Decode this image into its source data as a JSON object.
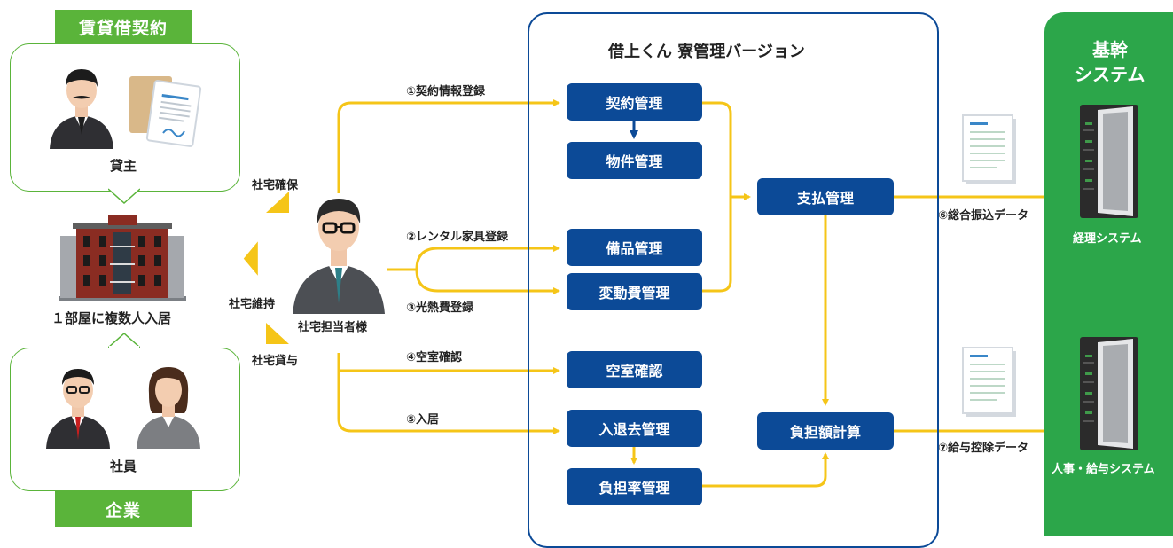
{
  "left": {
    "lease_tab": "賃貸借契約",
    "lessor_label": "貸主",
    "building_label": "１部屋に複数人入居",
    "employee_label": "社員",
    "company_tab": "企業"
  },
  "center_person": {
    "label": "社宅担当者様",
    "secure": "社宅確保",
    "maintain": "社宅維持",
    "lend": "社宅貸与"
  },
  "flows": {
    "f1": "①契約情報登録",
    "f2": "②レンタル家具登録",
    "f3": "③光熱費登録",
    "f4": "④空室確認",
    "f5": "⑤入居",
    "f6": "⑥総合振込データ",
    "f7": "⑦給与控除データ"
  },
  "app": {
    "title": "借上くん 寮管理バージョン",
    "boxes": {
      "contract": "契約管理",
      "property": "物件管理",
      "equipment": "備品管理",
      "variable_cost": "変動費管理",
      "vacancy": "空室確認",
      "move": "入退去管理",
      "burden_rate": "負担率管理",
      "payment": "支払管理",
      "burden_calc": "負担額計算"
    }
  },
  "core": {
    "title_line1": "基幹",
    "title_line2": "システム",
    "accounting": "経理システム",
    "hr": "人事・給与システム"
  },
  "colors": {
    "green": "#5ab43a",
    "core_green": "#2ca64a",
    "navy": "#0c4a97",
    "arrow_yellow": "#f5c518"
  }
}
